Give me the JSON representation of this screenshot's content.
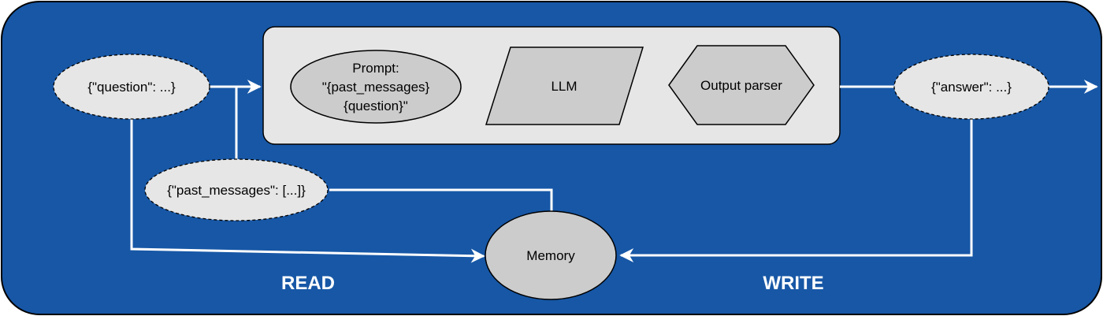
{
  "colors": {
    "background": "#1757a6",
    "panel": "#e6e6e6",
    "node": "#cccccc",
    "edge": "#ffffff"
  },
  "nodes": {
    "question": "{\"question\": ...}",
    "prompt": [
      "Prompt:",
      "\"{past_messages}",
      "{question}\""
    ],
    "llm": "LLM",
    "output_parser": "Output parser",
    "answer": "{\"answer\": ...}",
    "past_messages": "{\"past_messages\": [...]}",
    "memory": "Memory"
  },
  "labels": {
    "read": "READ",
    "write": "WRITE"
  }
}
